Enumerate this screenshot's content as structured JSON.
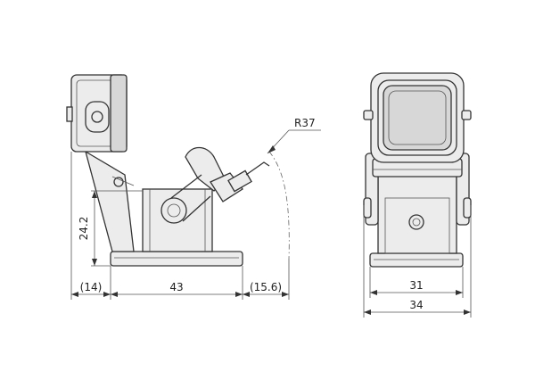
{
  "dimensions": {
    "left_width": "(14)",
    "base_width": "43",
    "right_offset": "(15.6)",
    "height": "24.2",
    "radius": "R37",
    "front_inner": "31",
    "front_outer": "34"
  }
}
